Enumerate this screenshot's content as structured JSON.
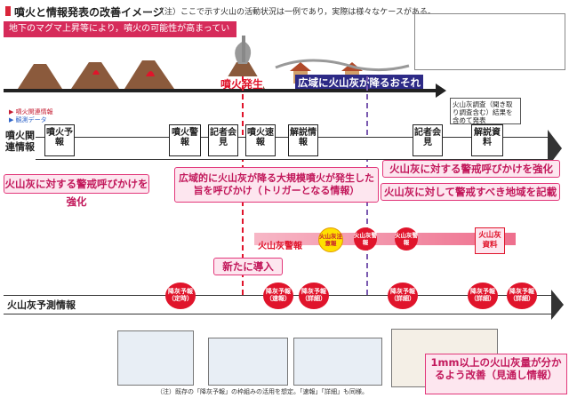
{
  "title": "噴火と情報発表の改善イメージ",
  "note": "（注）ここで示す火山の活動状況は一例であり，実際は様々なケースがある。",
  "magma_banner": "地下のマグマ上昇等により，噴火の可能性が高まっている",
  "phases": {
    "eruption": "噴火発生",
    "ash": "広域に火山灰が降るおそれ"
  },
  "lanes": {
    "eruption_info": "噴火関連情報",
    "ash_forecast": "火山灰予測情報"
  },
  "top_cards": {
    "yokoku": "噴火予報",
    "eruption_alert": "噴火警報",
    "kisha1": "記者会見",
    "sokuho": "噴火速報",
    "kaisetsu": "解説情報",
    "kisha2": "記者会見",
    "kaisetsu2": "解説資料"
  },
  "ash_survey_box": "火山灰調査（聞き取り調査含む）結果を含めて発表",
  "callouts": {
    "left": "火山灰に対する警戒呼びかけを強化",
    "middle": "広域的に火山灰が降る大規模噴火が発生した旨を呼びかけ（トリガーとなる情報）",
    "right_top": "火山灰に対する警戒呼びかけを強化",
    "right_bottom": "火山灰に対して警戒すべき地域を記載",
    "new": "新たに導入",
    "bottom_right": "1mm以上の火山灰量が分かるよう改善（見通し情報）"
  },
  "ash_alert": {
    "label": "火山灰警報",
    "chuui": "火山灰注意報",
    "keiho1": "火山灰警報",
    "keiho2": "火山灰警報"
  },
  "ash_material": "火山灰資料",
  "forecast_circles": {
    "teiji": "降灰予報（定時）",
    "sokuho": "降灰予報（速報）",
    "shosai1": "降灰予報（詳細）",
    "shosai2": "降灰予報（詳細）",
    "shosai3": "降灰予報（詳細）",
    "shosai4": "降灰予報（詳細）"
  },
  "legend": {
    "red": "噴火関連情報",
    "blue": "観測データ"
  },
  "footnote": "（注）既存の「降灰予報」の枠組みの活用を想定。「速報」「詳細」も同様。",
  "colors": {
    "accent_red": "#e0142b",
    "navy": "#2d2a86",
    "pink": "#e2377a",
    "yellow": "#ffe100"
  }
}
